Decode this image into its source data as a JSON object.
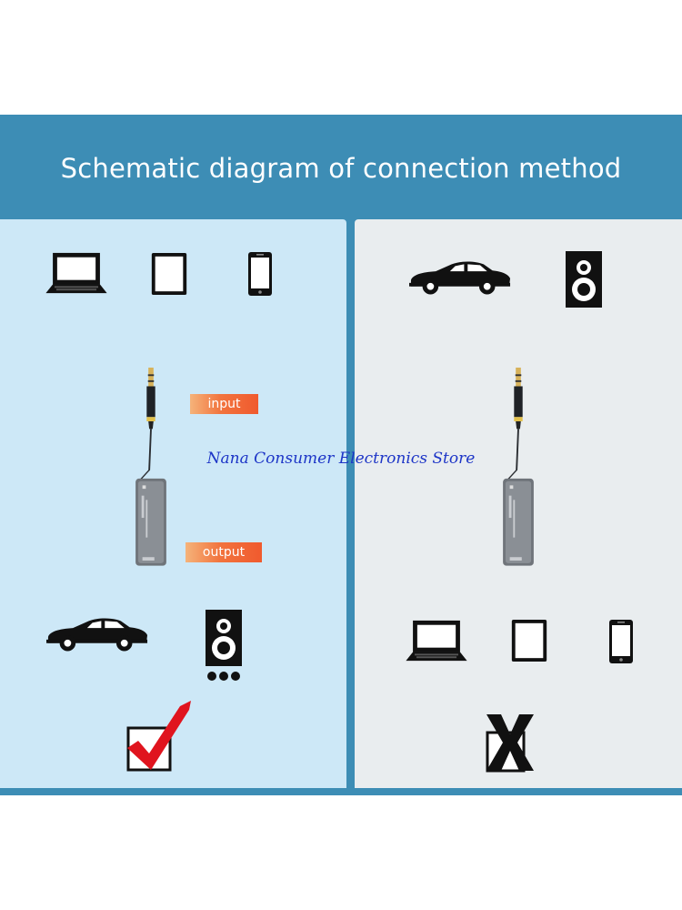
{
  "title": "Schematic diagram of connection method",
  "labels": {
    "input": "input",
    "output": "output"
  },
  "watermark": "Nana Consumer Electronics Store",
  "left_panel": {
    "sources": [
      "laptop-icon",
      "tablet-icon",
      "phone-icon"
    ],
    "targets": [
      "car-icon",
      "speaker-icon"
    ],
    "result": "check-icon"
  },
  "right_panel": {
    "sources": [
      "car-icon",
      "speaker-icon"
    ],
    "targets": [
      "laptop-icon",
      "tablet-icon",
      "phone-icon"
    ],
    "result": "x-icon"
  },
  "colors": {
    "header": "#3d8db5",
    "left_panel": "#cde8f7",
    "right_panel": "#e9edef",
    "label": "#f2743e",
    "check": "#e0141e",
    "watermark": "#1d35c7"
  }
}
